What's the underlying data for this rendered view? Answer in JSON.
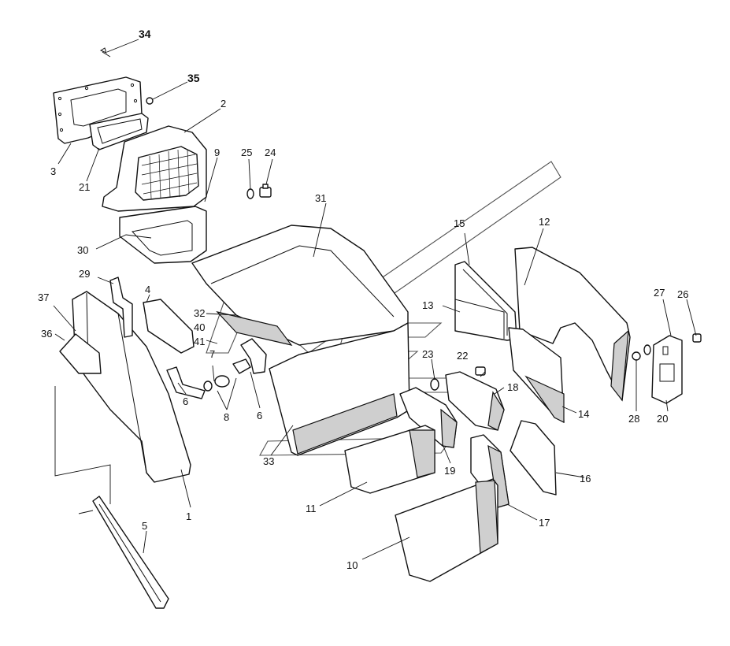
{
  "callouts": {
    "c1": "1",
    "c2": "2",
    "c3": "3",
    "c4": "4",
    "c5": "5",
    "c6a": "6",
    "c6b": "6",
    "c7": "7",
    "c8": "8",
    "c9": "9",
    "c10": "10",
    "c11": "11",
    "c12": "12",
    "c13": "13",
    "c14": "14",
    "c15": "15",
    "c16": "16",
    "c17": "17",
    "c18": "18",
    "c19": "19",
    "c20": "20",
    "c21": "21",
    "c22": "22",
    "c23": "23",
    "c24": "24",
    "c25": "25",
    "c26": "26",
    "c27": "27",
    "c28": "28",
    "c29": "29",
    "c30": "30",
    "c31": "31",
    "c32": "32",
    "c33": "33",
    "c34": "34",
    "c35": "35",
    "c36": "36",
    "c37": "37",
    "c40": "40",
    "c41": "41"
  }
}
